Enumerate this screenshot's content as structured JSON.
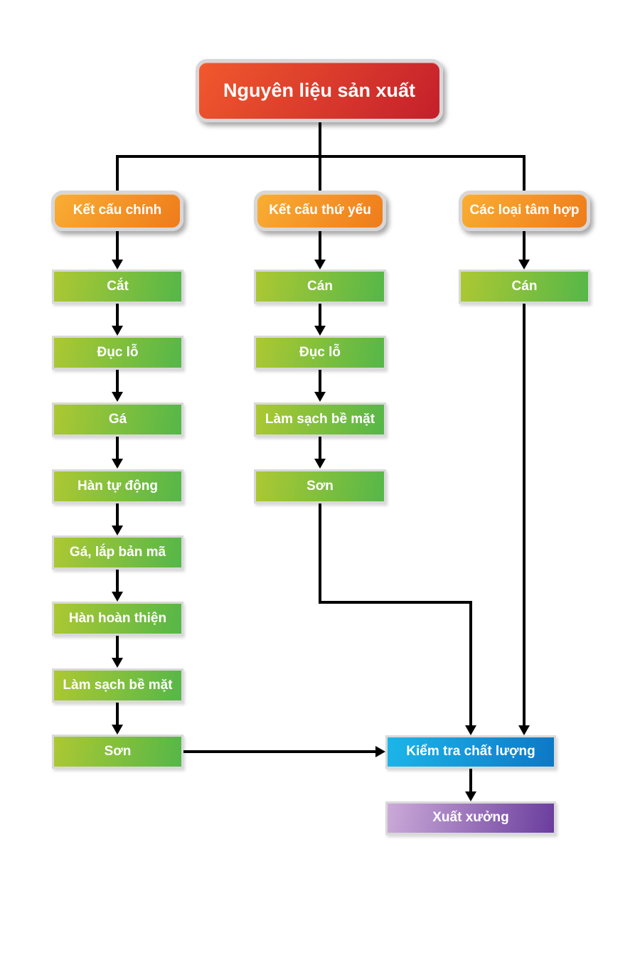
{
  "diagram": {
    "root": "Nguyên liệu sản xuất",
    "columns": [
      {
        "header": "Kết cấu chính",
        "steps": [
          "Cắt",
          "Đục lỗ",
          "Gá",
          "Hàn tự động",
          "Gá, lắp bản mã",
          "Hàn hoàn thiện",
          "Làm sạch bề mặt",
          "Sơn"
        ]
      },
      {
        "header": "Kết cấu thứ yếu",
        "steps": [
          "Cán",
          "Đục lỗ",
          "Làm sạch bề mặt",
          "Sơn"
        ]
      },
      {
        "header": "Các loại tâm hợp",
        "steps": [
          "Cán"
        ]
      }
    ],
    "qc": "Kiểm tra chất lượng",
    "output": "Xuất xưởng"
  },
  "colors": {
    "root_start": "#f1592d",
    "root_end": "#c41f2b",
    "branch_start": "#f9ae33",
    "branch_end": "#ee7b1b",
    "step_start": "#adc832",
    "step_end": "#55b748",
    "qc_start": "#1cb6e9",
    "qc_end": "#0e77c5",
    "out_start": "#cbaad8",
    "out_end": "#6a3d9d",
    "line": "#000000"
  }
}
